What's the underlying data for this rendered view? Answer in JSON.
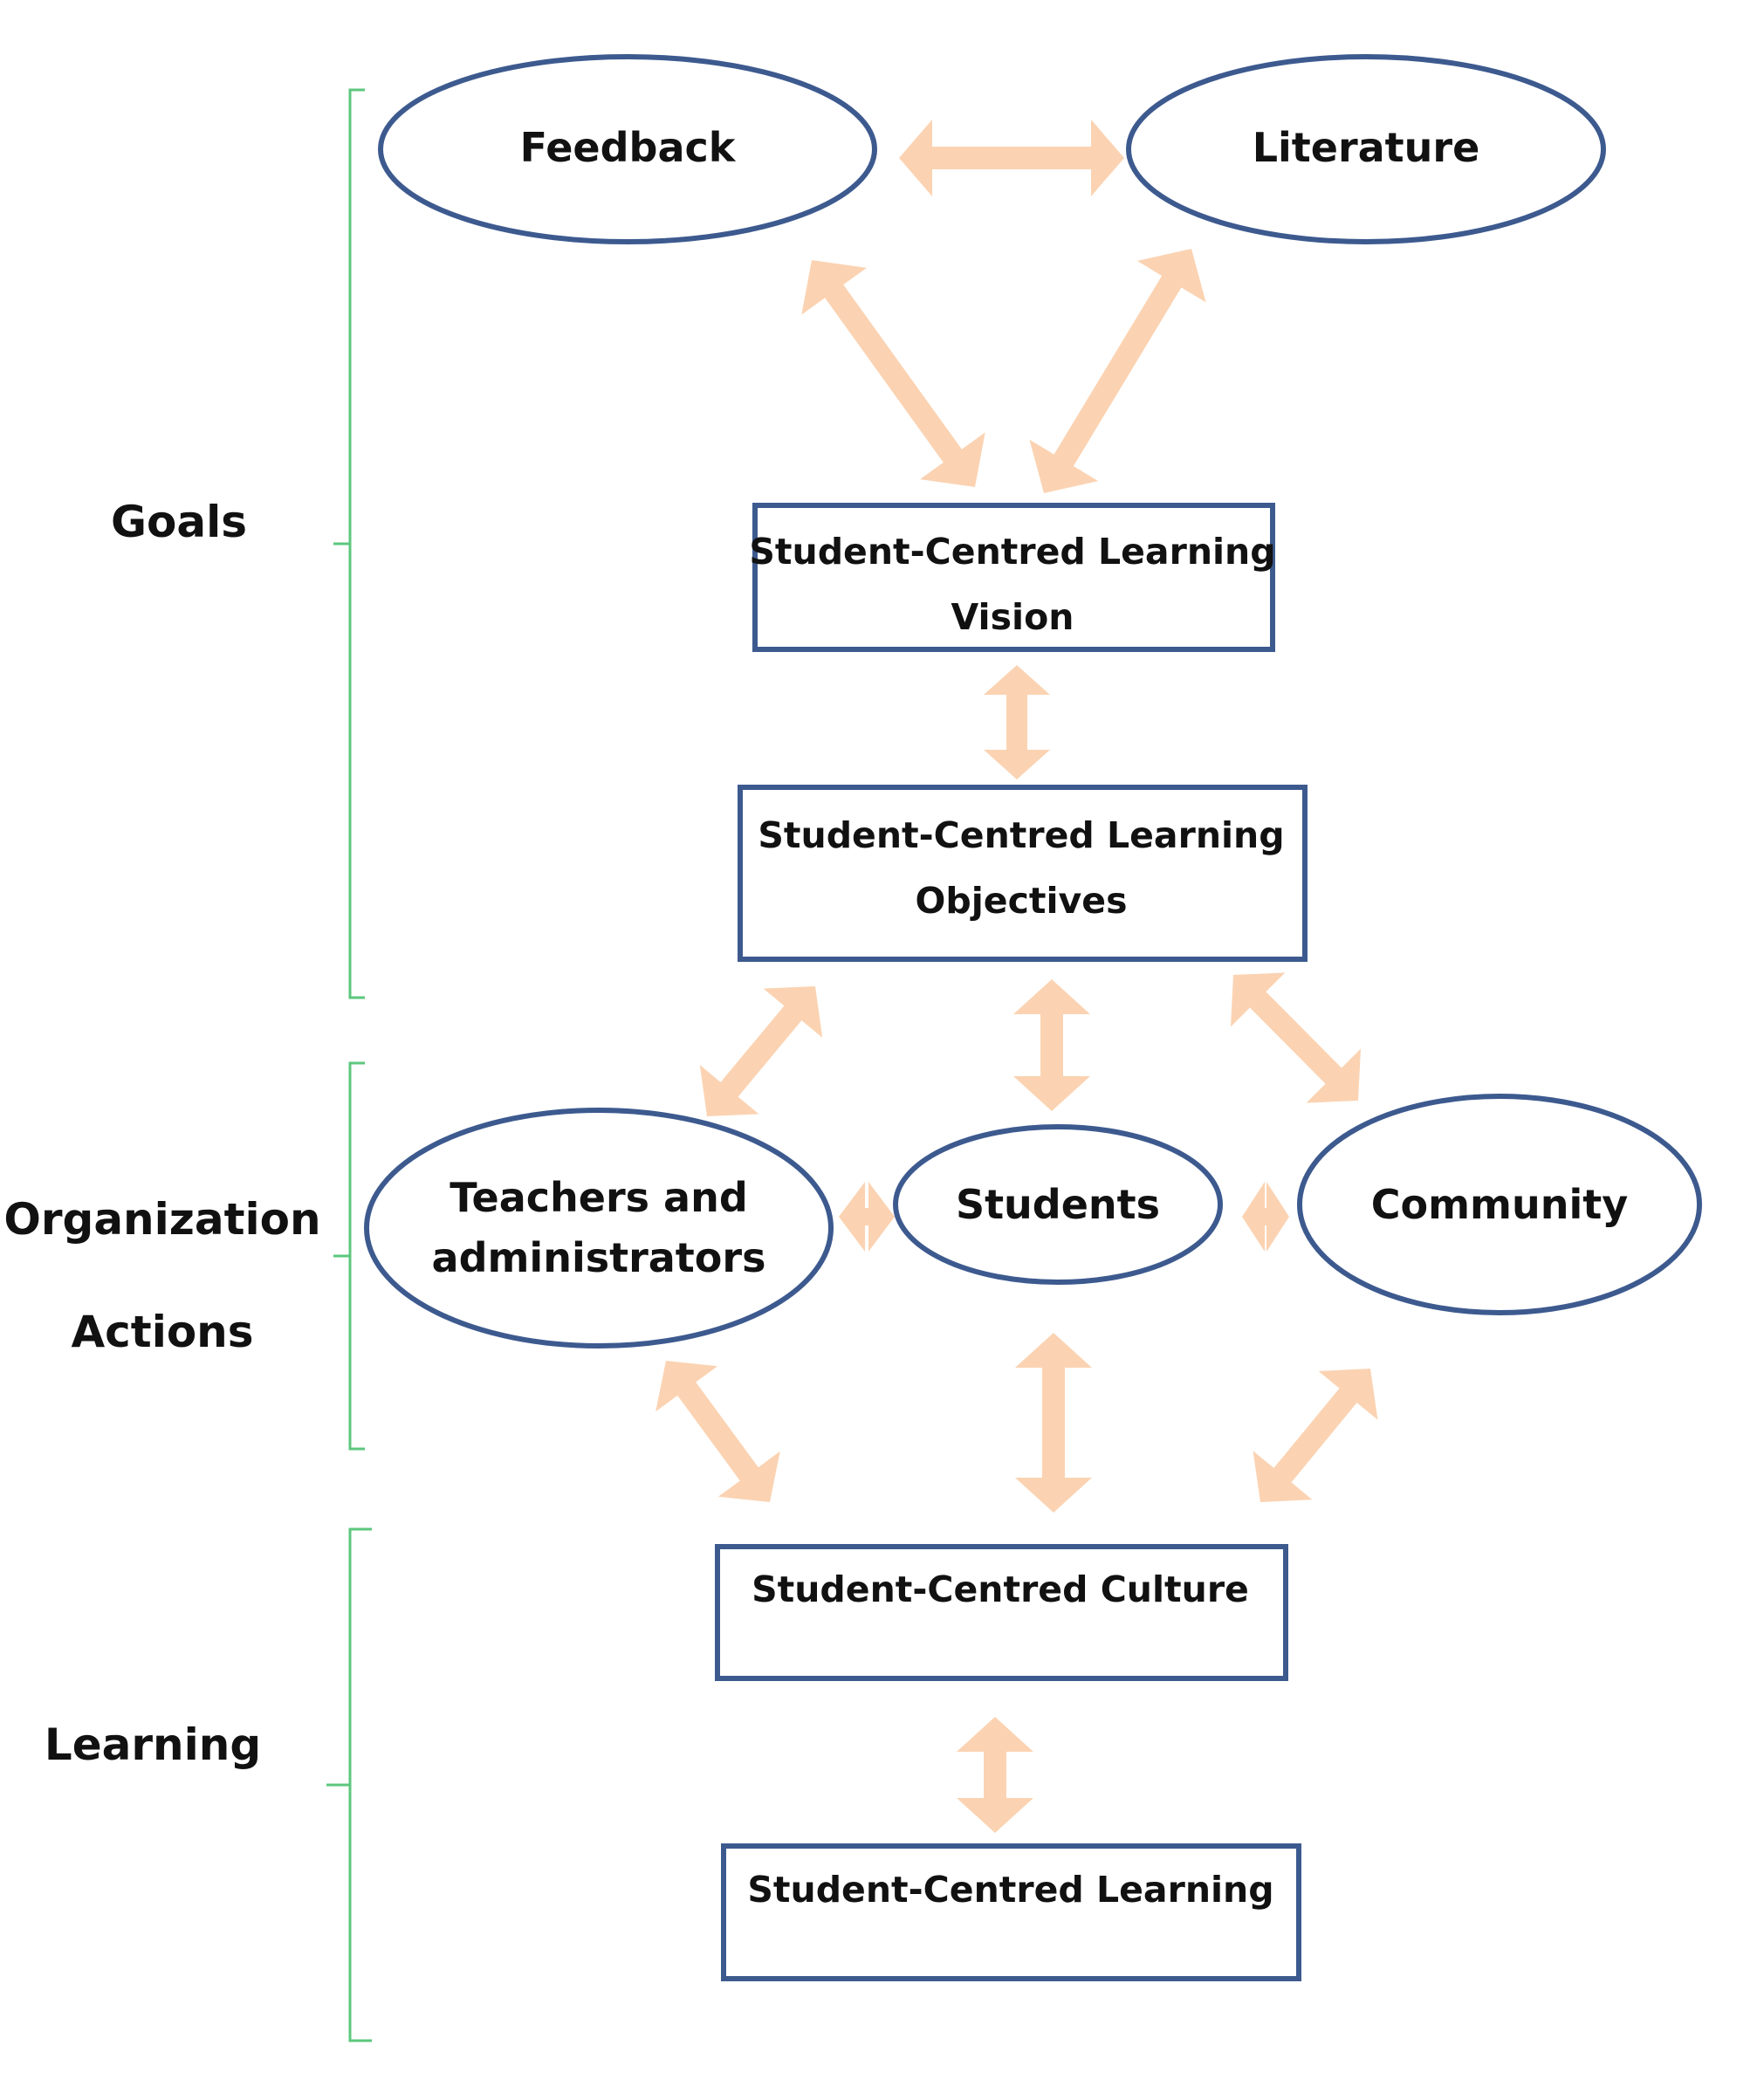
{
  "sections": {
    "goals": "Goals",
    "organization": "Organization",
    "actions": "Actions",
    "learning": "Learning"
  },
  "nodes": {
    "feedback": "Feedback",
    "literature": "Literature",
    "vision_line1": "Student-Centred Learning",
    "vision_line2": "Vision",
    "objectives_line1": "Student-Centred Learning",
    "objectives_line2": "Objectives",
    "teachers_line1": "Teachers and",
    "teachers_line2": "administrators",
    "students": "Students",
    "community": "Community",
    "culture": "Student-Centred Culture",
    "learning_box": "Student-Centred Learning"
  },
  "colors": {
    "node_border": "#3d5a8f",
    "arrow": "#fbd3b2",
    "bracket": "#5cc77d"
  }
}
